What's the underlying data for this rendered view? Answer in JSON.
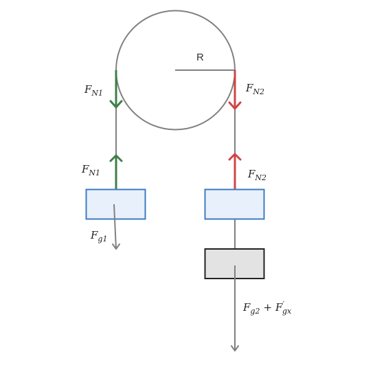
{
  "diagram": {
    "radius_label": "R",
    "colors": {
      "rope": "#808080",
      "green_force": "#3f7f47",
      "red_force": "#d04545",
      "box_fill": "#e8f0fb",
      "box_stroke": "#3d7cc0",
      "hanging_fill": "#e3e3e3",
      "hanging_stroke": "#222222",
      "gravity_arrow": "#808080"
    },
    "labels": {
      "fn1_top": {
        "main": "F",
        "sub": "N1"
      },
      "fn2_top": {
        "main": "F",
        "sub": "N2"
      },
      "fn1_bottom": {
        "main": "F",
        "sub": "N1"
      },
      "fn2_bottom": {
        "main": "F",
        "sub": "N2"
      },
      "fg1": {
        "main": "F",
        "sub": "g1"
      },
      "fg2_sum": {
        "main": "F",
        "sub": "g2",
        "operator": "+",
        "main2": "F",
        "prime": "′",
        "sub2": "gx"
      }
    }
  }
}
